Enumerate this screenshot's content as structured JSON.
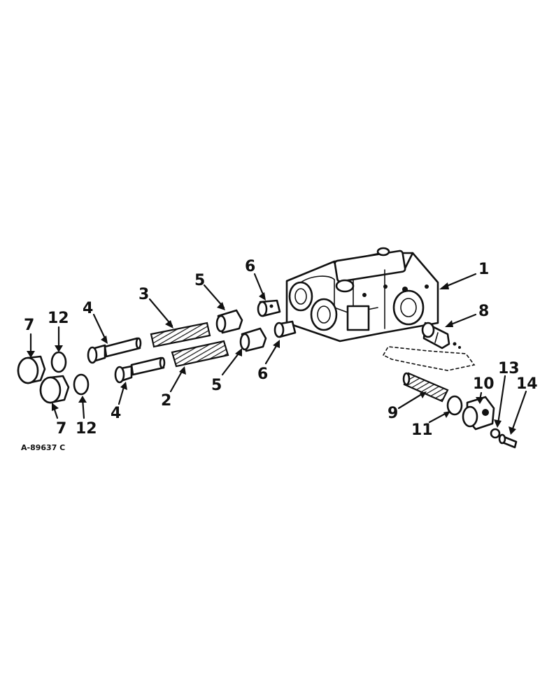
{
  "diagram": {
    "reference_code": "A-89637 C",
    "callouts": {
      "c1": "1",
      "c2": "2",
      "c3": "3",
      "c4a": "4",
      "c4b": "4",
      "c5a": "5",
      "c5b": "5",
      "c6a": "6",
      "c6b": "6",
      "c7a": "7",
      "c7b": "7",
      "c8": "8",
      "c9": "9",
      "c10": "10",
      "c11": "11",
      "c12a": "12",
      "c12b": "12",
      "c13": "13",
      "c14": "14"
    }
  }
}
